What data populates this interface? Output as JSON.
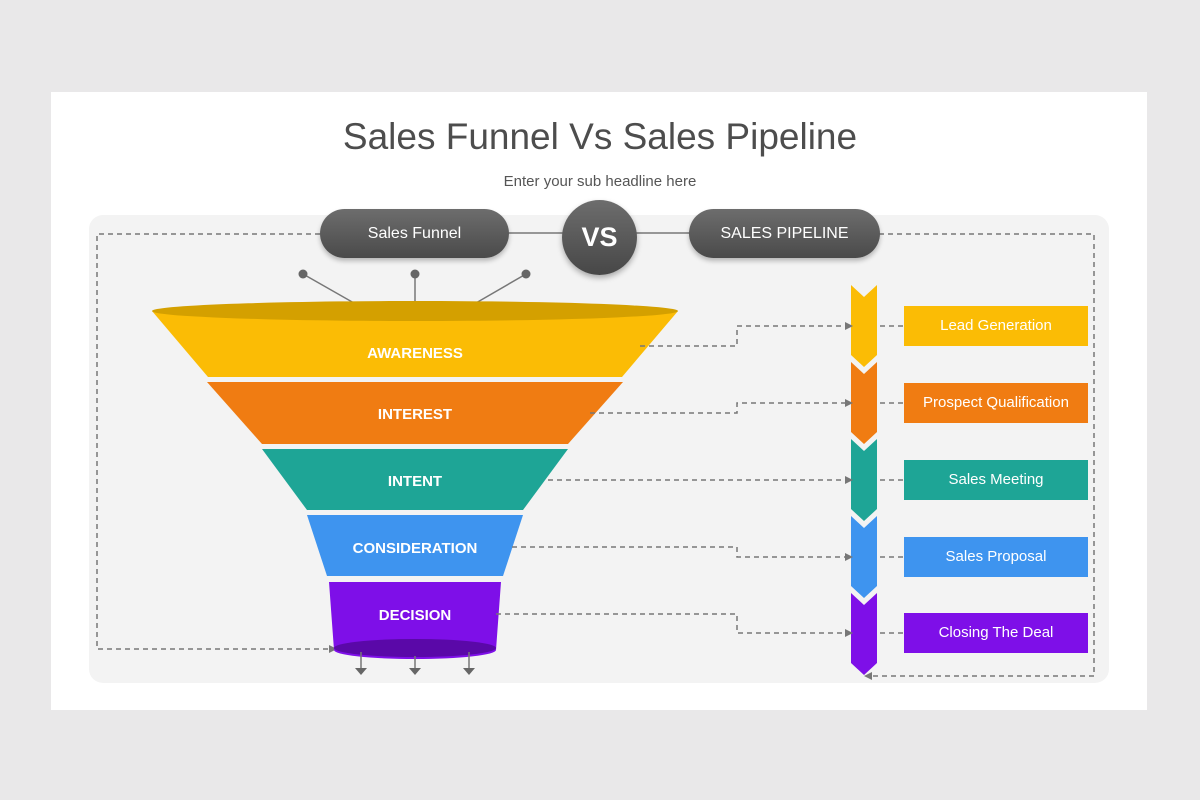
{
  "header": {
    "title": "Sales Funnel Vs Sales Pipeline",
    "subtitle": "Enter your sub headline here"
  },
  "labels": {
    "left": "Sales Funnel",
    "center": "VS",
    "right": "SALES PIPELINE"
  },
  "funnel": [
    {
      "label": "AWARENESS",
      "color": "#fbbc05"
    },
    {
      "label": "INTEREST",
      "color": "#f07c12"
    },
    {
      "label": "INTENT",
      "color": "#1ea596"
    },
    {
      "label": "CONSIDERATION",
      "color": "#3e94ef"
    },
    {
      "label": "DECISION",
      "color": "#7e0fe8"
    }
  ],
  "pipeline": [
    {
      "label": "Lead Generation",
      "color": "#fbbc05"
    },
    {
      "label": "Prospect Qualification",
      "color": "#f07c12"
    },
    {
      "label": "Sales Meeting",
      "color": "#1ea596"
    },
    {
      "label": "Sales Proposal",
      "color": "#3e94ef"
    },
    {
      "label": "Closing The Deal",
      "color": "#7e0fe8"
    }
  ]
}
